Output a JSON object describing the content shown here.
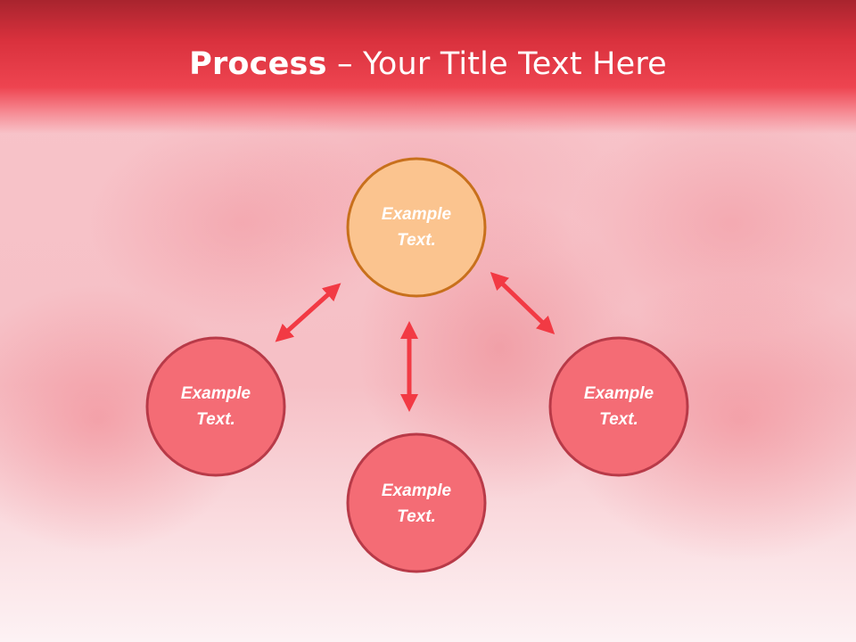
{
  "slide": {
    "title_bold": "Process",
    "title_rest": " – Your Title Text Here"
  },
  "diagram": {
    "nodes": [
      {
        "id": "top",
        "line1": "Example",
        "line2": "Text.",
        "fill": "#fbc48f",
        "stroke": "#c8701c"
      },
      {
        "id": "left",
        "line1": "Example",
        "line2": "Text.",
        "fill": "#f46c75",
        "stroke": "#b83a48"
      },
      {
        "id": "bottom",
        "line1": "Example",
        "line2": "Text.",
        "fill": "#f46c75",
        "stroke": "#b83a48"
      },
      {
        "id": "right",
        "line1": "Example",
        "line2": "Text.",
        "fill": "#f46c75",
        "stroke": "#b83a48"
      }
    ],
    "arrow_color": "#f23a44"
  }
}
